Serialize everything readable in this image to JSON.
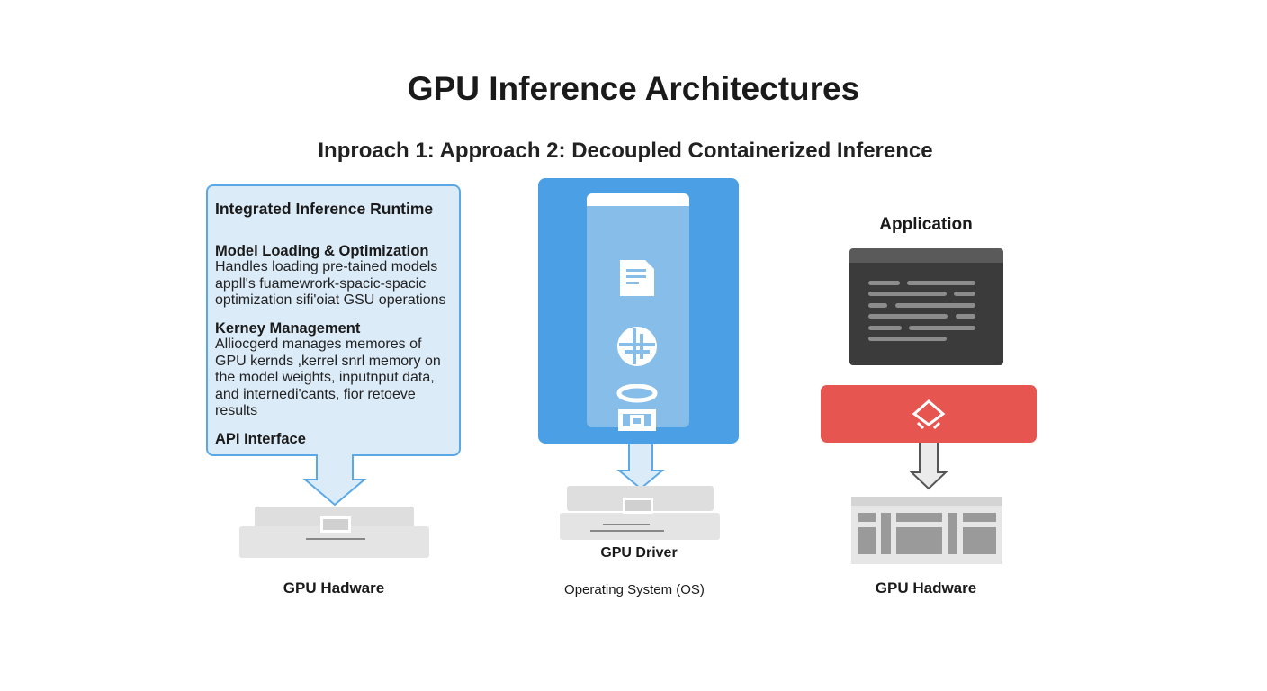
{
  "title": "GPU Inference Architectures",
  "subtitle": "Inproach 1: Approach 2: Decoupled Containerized Inference",
  "left": {
    "heading": "Integrated Inference Runtime",
    "sections": [
      {
        "title": "Model Loading & Optimization",
        "body": "Handles loading pre-tained models appll's fuamewrork-spacic-spacic optimization sifi'oiat GSU operations"
      },
      {
        "title": "Kerney Management",
        "body": "Alliocgerd manages memores of GPU kernds ,kerrel snrl memory on the model weights, inputnput data, and internedi'cants, fior retoeve results"
      },
      {
        "title": "API Interface",
        "body": ""
      }
    ],
    "hardware_label": "GPU Hadware",
    "colors": {
      "panel": "#dcebf8",
      "border": "#5aa9e6"
    }
  },
  "middle": {
    "icons": [
      "document-icon",
      "globe-icon",
      "database-icon"
    ],
    "driver_label": "GPU Driver",
    "os_label": "Operating System (OS)",
    "colors": {
      "container": "#4a9fe5"
    }
  },
  "right": {
    "app_label": "Application",
    "layer_icon": "layers-icon",
    "hardware_label": "GPU Hadware",
    "colors": {
      "app": "#3b3b3b",
      "runtime": "#e65550"
    }
  }
}
